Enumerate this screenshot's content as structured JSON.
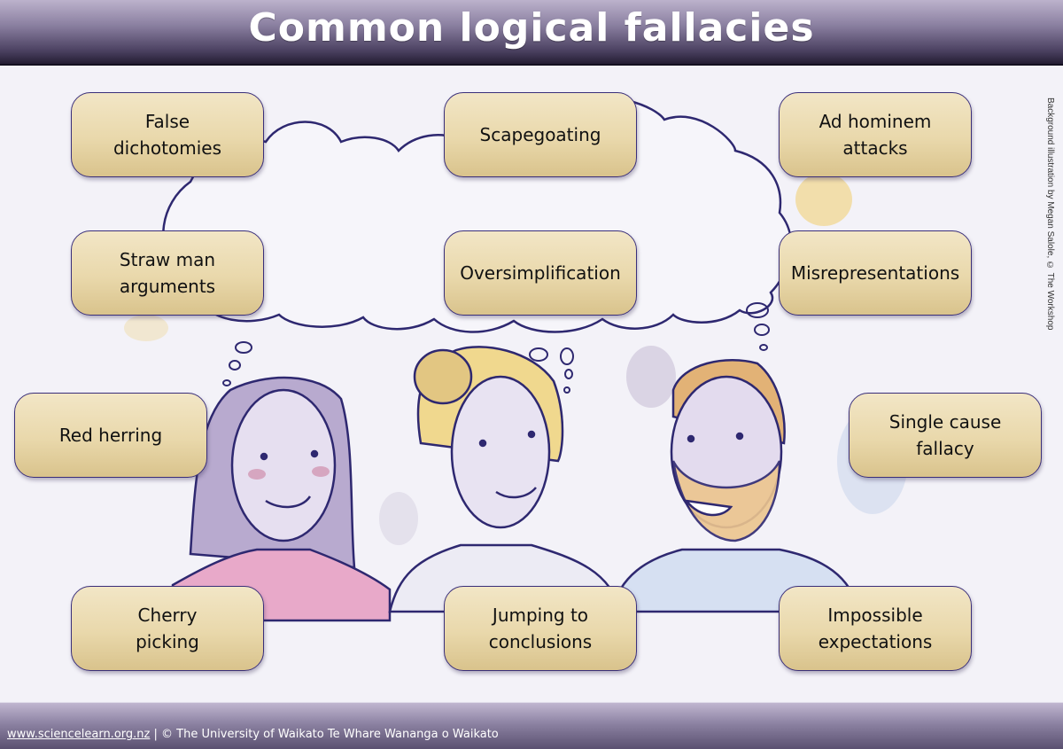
{
  "header": {
    "title": "Common logical fallacies"
  },
  "fallacies": [
    {
      "id": "false-dichotomies",
      "label": "False\ndichotomies"
    },
    {
      "id": "scapegoating",
      "label": "Scapegoating"
    },
    {
      "id": "ad-hominem-attacks",
      "label": "Ad hominem\nattacks"
    },
    {
      "id": "straw-man-arguments",
      "label": "Straw man\narguments"
    },
    {
      "id": "oversimplification",
      "label": "Oversimplification"
    },
    {
      "id": "misrepresentations",
      "label": "Misrepresentations"
    },
    {
      "id": "red-herring",
      "label": "Red herring"
    },
    {
      "id": "single-cause-fallacy",
      "label": "Single cause\nfallacy"
    },
    {
      "id": "cherry-picking",
      "label": "Cherry\npicking"
    },
    {
      "id": "jumping-to-conclusions",
      "label": "Jumping to\nconclusions"
    },
    {
      "id": "impossible-expectations",
      "label": "Impossible\nexpectations"
    }
  ],
  "credit": "Background illustration by Megan Salole, © The Workshop",
  "footer": {
    "link": "www.sciencelearn.org.nz",
    "separator": " | ",
    "copyright": "© The University of Waikato Te Whare Wananga o Waikato"
  },
  "colors": {
    "box_border": "#3a2f7a",
    "box_fill_top": "#f2e6c6",
    "box_fill_bottom": "#d9c38c",
    "header_dark": "#241d33",
    "line": "#2e2870"
  }
}
